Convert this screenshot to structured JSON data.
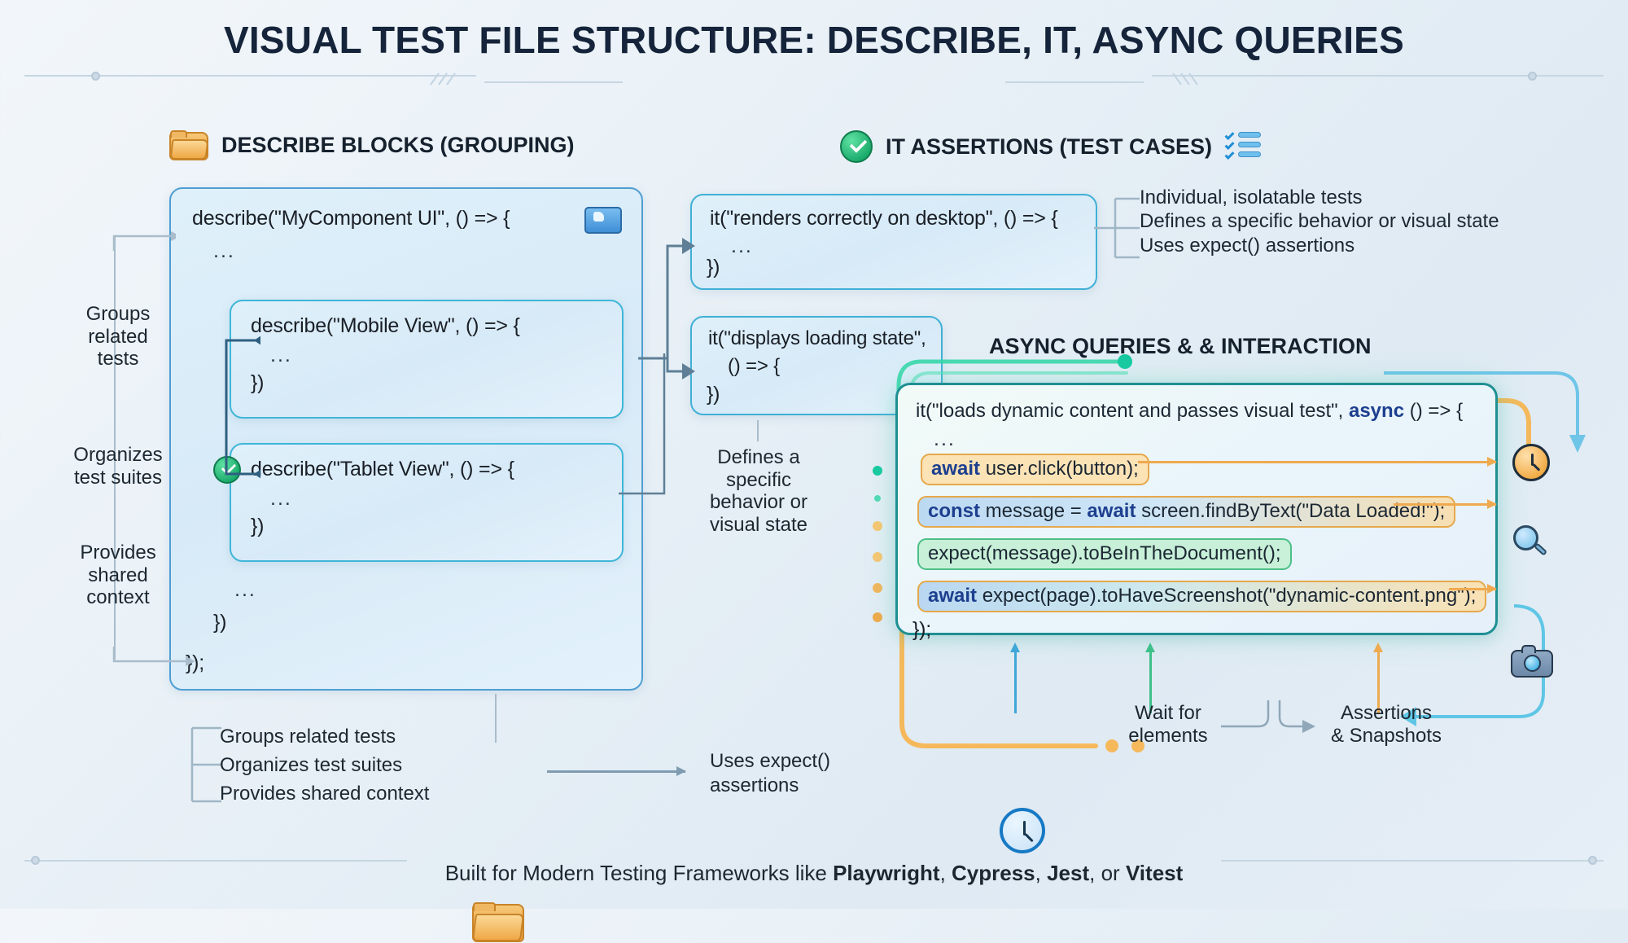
{
  "page_title": "VISUAL TEST FILE STRUCTURE: DESCRIBE, IT, ASYNC QUERIES",
  "sections": {
    "describe": {
      "title": "DESCRIBE BLOCKS (GROUPING)",
      "icon": "folder-icon",
      "outer_block": {
        "line1": "describe(\"MyComponent UI\", () => {",
        "ellipsis": "...",
        "close": "})",
        "end": "});",
        "badge_icon": "blue-folder-icon"
      },
      "inner_blocks": [
        {
          "line1": "describe(\"Mobile View\", () => {",
          "ellipsis": "...",
          "close": "})",
          "badge": null
        },
        {
          "line1": "describe(\"Tablet View\", () => {",
          "ellipsis": "...",
          "close": "})",
          "badge": "check-circle-icon"
        }
      ]
    },
    "it": {
      "title": "IT ASSERTIONS (TEST CASES)",
      "icon": "check-circle-icon",
      "trailing_icon": "checklist-icon",
      "blocks": [
        {
          "line1": "it(\"renders correctly on desktop\", () => {",
          "ellipsis": "...",
          "close": "})"
        },
        {
          "line1": "it(\"displays loading state\",",
          "line2": "() => {",
          "close": "})"
        }
      ],
      "bullets": [
        "Individual, isolatable tests",
        "Defines a specific behavior or visual state",
        "Uses expect() assertions"
      ]
    },
    "async": {
      "title": "ASYNC QUERIES & & INTERACTION",
      "code": {
        "header": "it(\"loads dynamic content and passes visual test\", ",
        "header_kw": "async",
        "header_tail": " () => {",
        "ellipsis": "...",
        "lines": [
          {
            "kw": "await",
            "rest": " user.click(button);",
            "style": "orange"
          },
          {
            "kw": "const",
            "rest": " message = ",
            "kw2": "await",
            "rest2": " screen.findByText(\"Data Loaded!\");",
            "style": "blue"
          },
          {
            "kw": "",
            "rest": "expect(message).toBeInTheDocument();",
            "style": "green"
          },
          {
            "kw": "await",
            "rest": " expect(page).toHaveScreenshot(\"dynamic-content.png\");",
            "style": "mix"
          }
        ],
        "close": "});"
      },
      "side_icons": [
        "clock-icon",
        "magnifier-icon",
        "camera-icon"
      ],
      "under_labels": [
        {
          "text": "Wait for\nelements",
          "icon": "clock-icon"
        },
        {
          "text": "Assertions\n& Snapshots",
          "icon": null
        }
      ]
    }
  },
  "left_notes": [
    "Groups\nrelated\ntests",
    "Organizes\ntest suites",
    "Provides\nshared\ncontext"
  ],
  "middle_note": "Defines a\nspecific\nbehavior or\nvisual state",
  "bottom_left_list": [
    "Groups related tests",
    "Organizes test suites",
    "Provides shared context"
  ],
  "bottom_folder_note": "Uses expect()\nassertions",
  "bottom_folder_icon": "folder-icon",
  "footer": {
    "prefix": "Built for Modern Testing Frameworks like ",
    "frameworks": [
      "Playwright",
      "Cypress",
      "Jest",
      "Vitest"
    ],
    "sep": ", ",
    "last_sep": ", or "
  },
  "colors": {
    "title": "#15243a",
    "code_border": "#5aa7d8",
    "async_border": "#1f8f92",
    "orange": "#e6a84b",
    "green": "#4cbf86",
    "blue": "#1d3f8f"
  }
}
